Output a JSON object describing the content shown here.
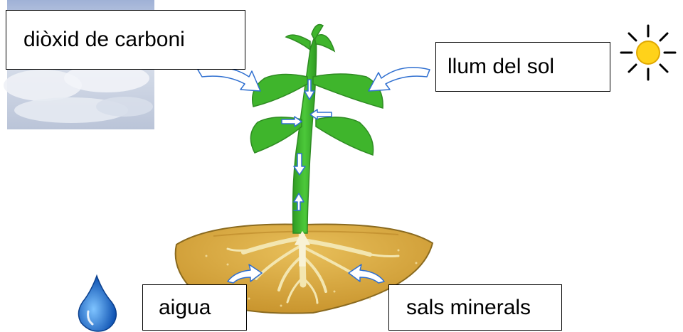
{
  "labels": {
    "carbon_dioxide": "diòxid de carboni",
    "sunlight": "llum del sol",
    "water": "aigua",
    "minerals": "sals minerals"
  },
  "colors": {
    "plant_green": "#3fb52c",
    "leaf_dark": "#2e8b22",
    "soil": "#d9a93f",
    "soil_edge": "#8a6a1f",
    "root": "#f3e6b0",
    "sun": "#ffd21a",
    "water_drop": "#1f6fd1",
    "sky": "#c9d3e6",
    "arrow_fill": "#ffffff",
    "arrow_stroke": "#2f6fd0"
  },
  "icons": {
    "sun": "sun-icon",
    "water": "water-drop-icon",
    "cloud": "cloud-sky-image"
  }
}
